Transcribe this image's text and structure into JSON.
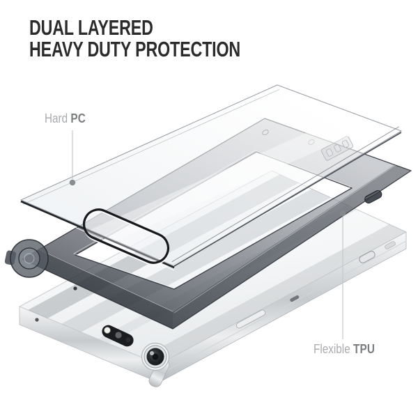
{
  "title": {
    "line1": "DUAL LAYERED",
    "line2": "HEAVY DUTY PROTECTION"
  },
  "callouts": {
    "hard_pc": {
      "prefix": "Hard",
      "material": "PC"
    },
    "flexible_tpu": {
      "prefix": "Flexible",
      "material": "TPU"
    }
  },
  "colors": {
    "background": "#ffffff",
    "title_text": "#2b2b2b",
    "callout_prefix": "#a9abae",
    "callout_material": "#7b7e81",
    "leader_line": "#c5c7c9",
    "leader_dot": "#8a8e92",
    "tpu_smoke": "#565b63",
    "pc_panel_clear": "#f4f6f8",
    "phone_silver": "#eef0f2",
    "camera_lens": "#17191b"
  }
}
